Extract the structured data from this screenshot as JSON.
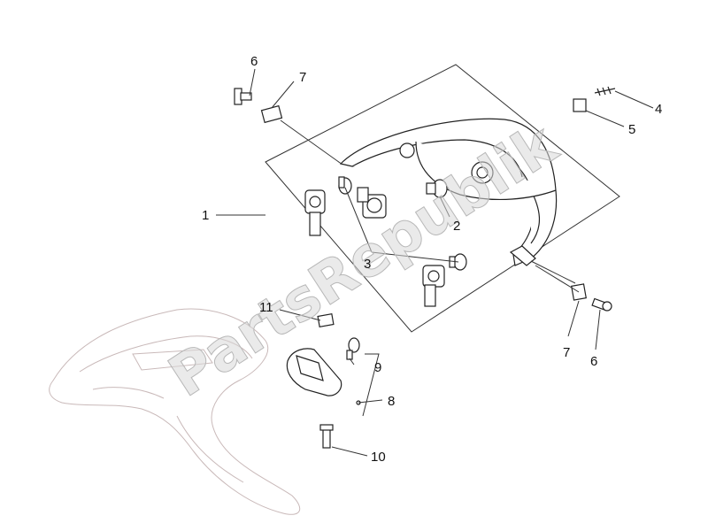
{
  "watermark": "PartsRepublik",
  "callouts": [
    {
      "id": "c1",
      "label": "1"
    },
    {
      "id": "c2",
      "label": "2"
    },
    {
      "id": "c3",
      "label": "3"
    },
    {
      "id": "c4",
      "label": "4"
    },
    {
      "id": "c5",
      "label": "5"
    },
    {
      "id": "c6a",
      "label": "6"
    },
    {
      "id": "c6b",
      "label": "6"
    },
    {
      "id": "c7a",
      "label": "7"
    },
    {
      "id": "c7b",
      "label": "7"
    },
    {
      "id": "c8",
      "label": "8"
    },
    {
      "id": "c9",
      "label": "9"
    },
    {
      "id": "c10",
      "label": "10"
    },
    {
      "id": "c11",
      "label": "11"
    }
  ],
  "colors": {
    "line": "#333333",
    "watermark": "#d9d9d9",
    "background": "#ffffff"
  }
}
